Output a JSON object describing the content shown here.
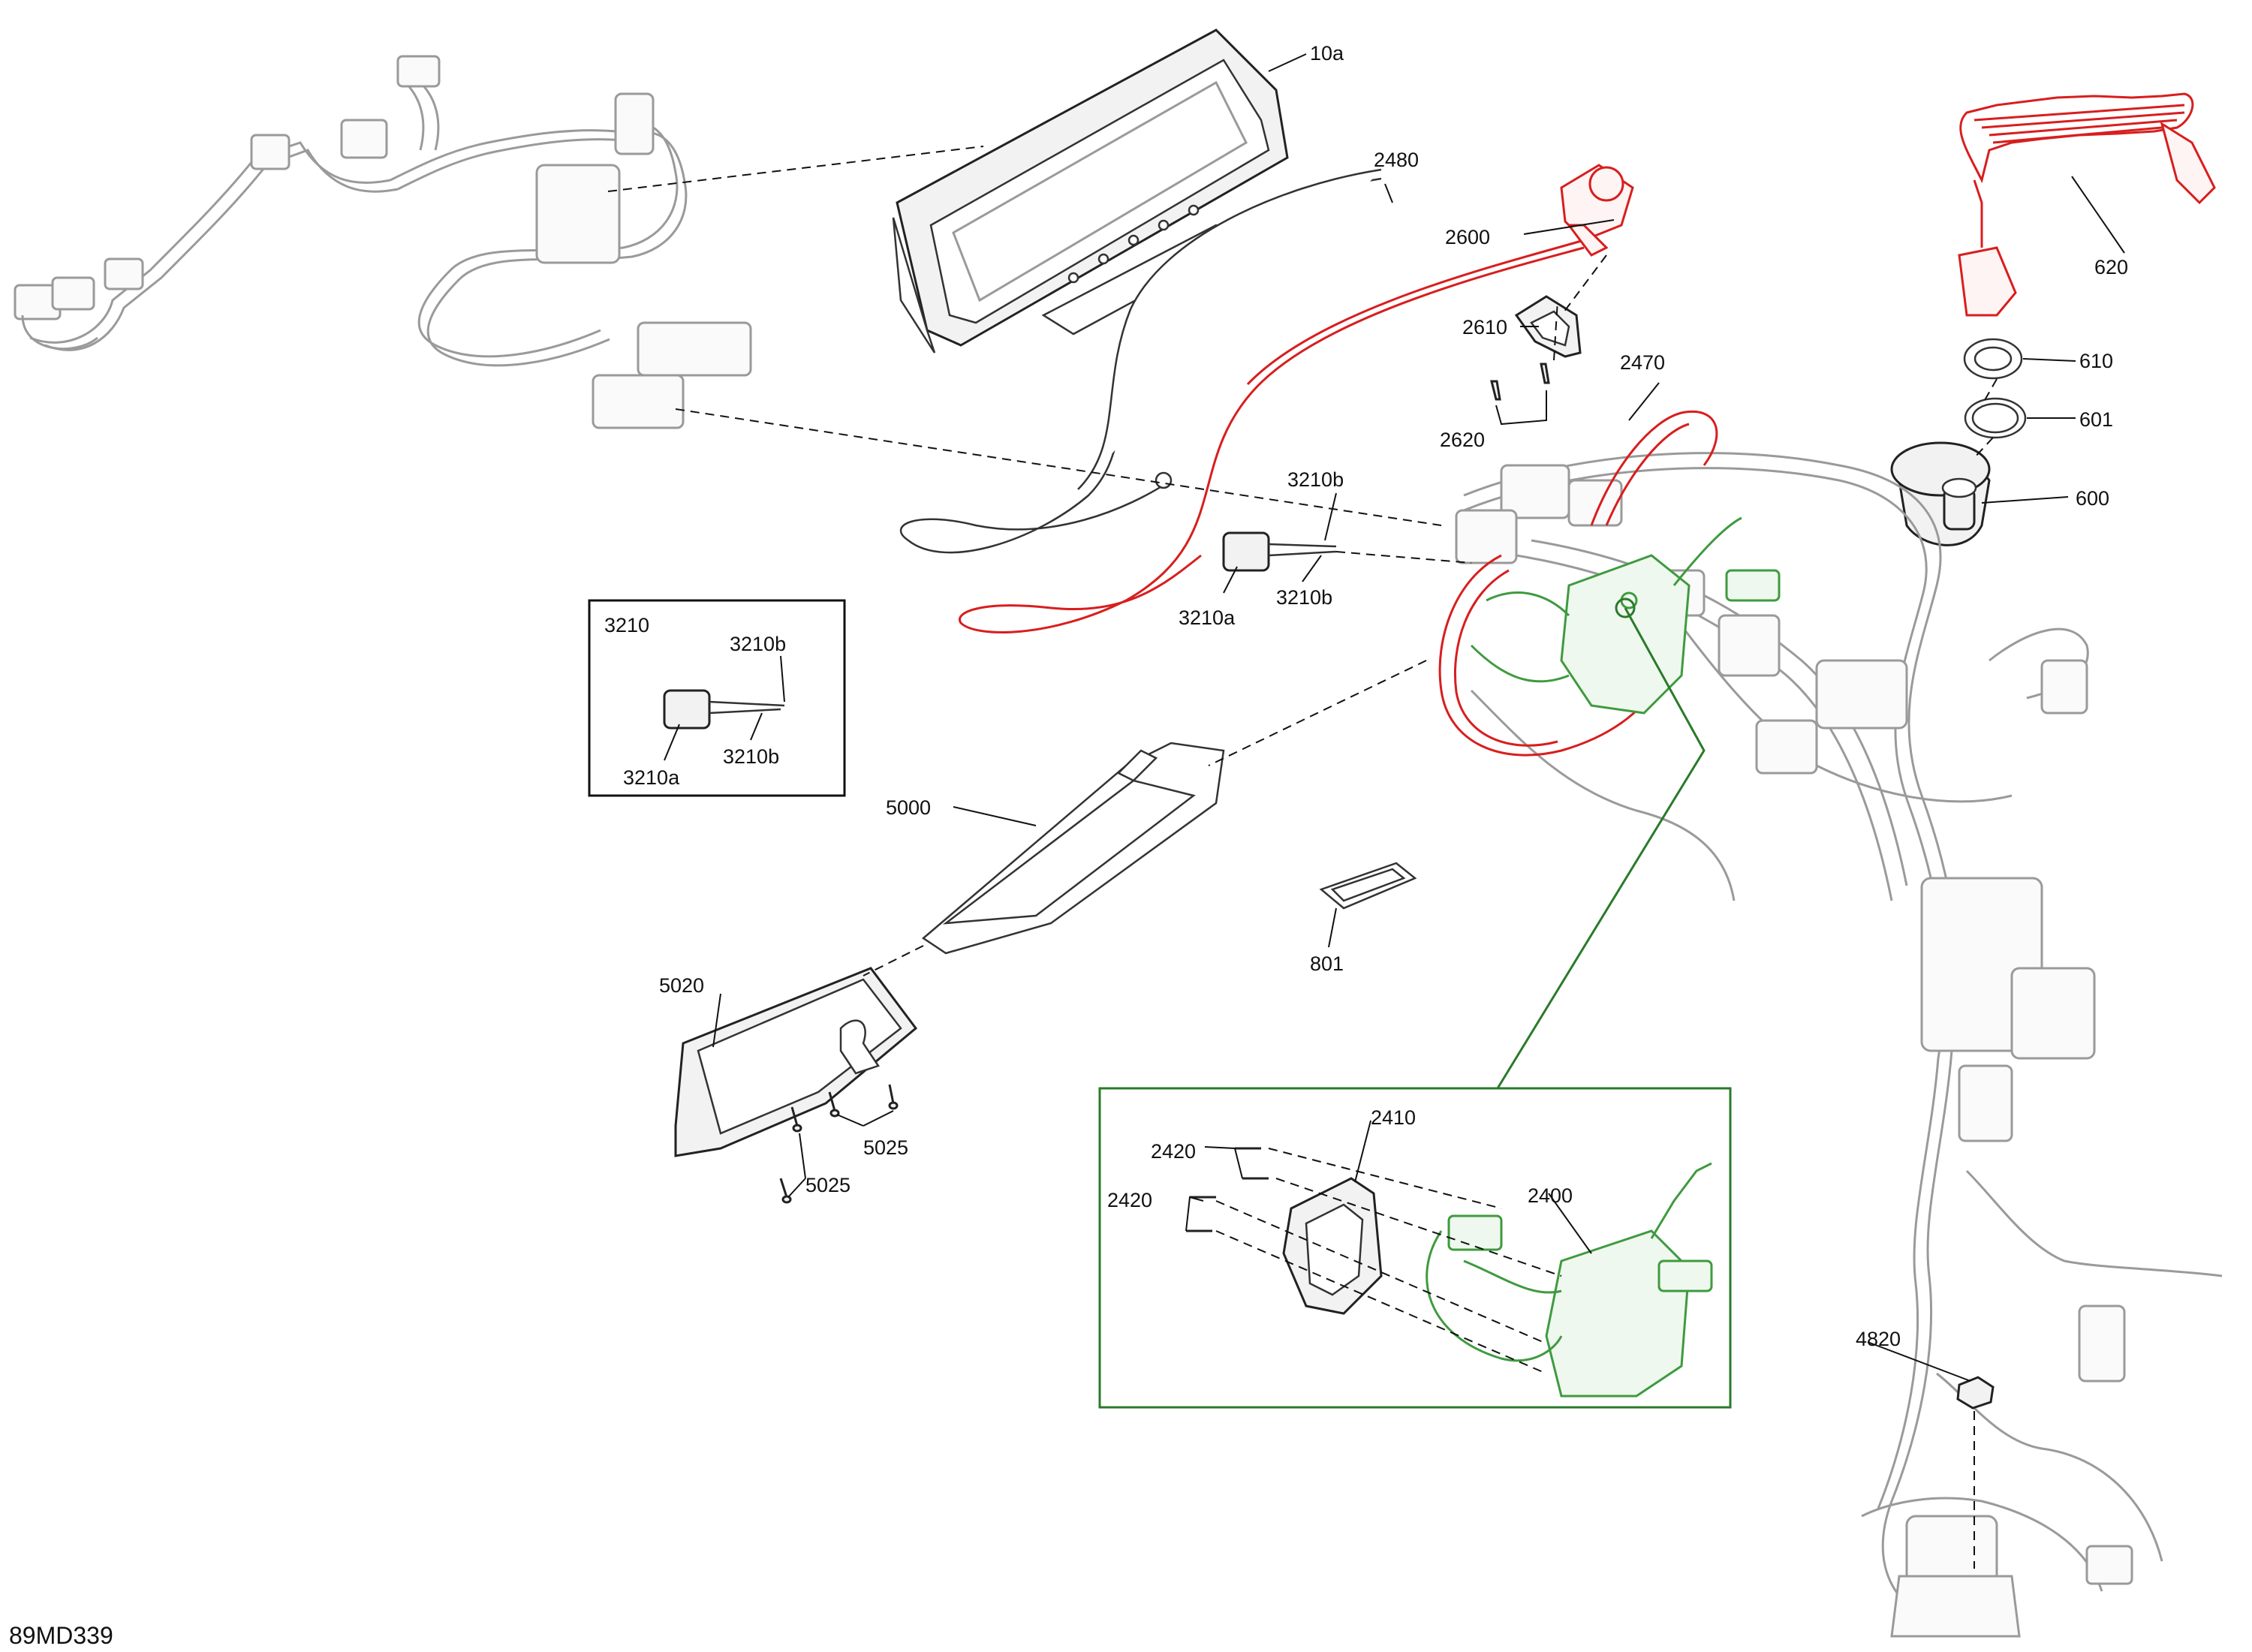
{
  "diagram": {
    "code": "89MD339",
    "labels": {
      "p10a": "10a",
      "p2480": "2480",
      "p2600": "2600",
      "p2610": "2610",
      "p2620": "2620",
      "p2470": "2470",
      "p620": "620",
      "p610": "610",
      "p601": "601",
      "p600": "600",
      "p3210b_top": "3210b",
      "p3210a": "3210a",
      "p3210b_bottom": "3210b",
      "inset_3210": "3210",
      "inset_3210b_top": "3210b",
      "inset_3210a": "3210a",
      "inset_3210b_bottom": "3210b",
      "p5000": "5000",
      "p801": "801",
      "p5020": "5020",
      "p5025_a": "5025",
      "p5025_b": "5025",
      "p2410": "2410",
      "p2420_a": "2420",
      "p2420_b": "2420",
      "p2400": "2400",
      "p4820": "4820"
    },
    "colors": {
      "highlight_red": "#d81e1e",
      "highlight_green": "#2a7a2a",
      "line": "#111111",
      "ghost": "#9a9a9a"
    }
  }
}
